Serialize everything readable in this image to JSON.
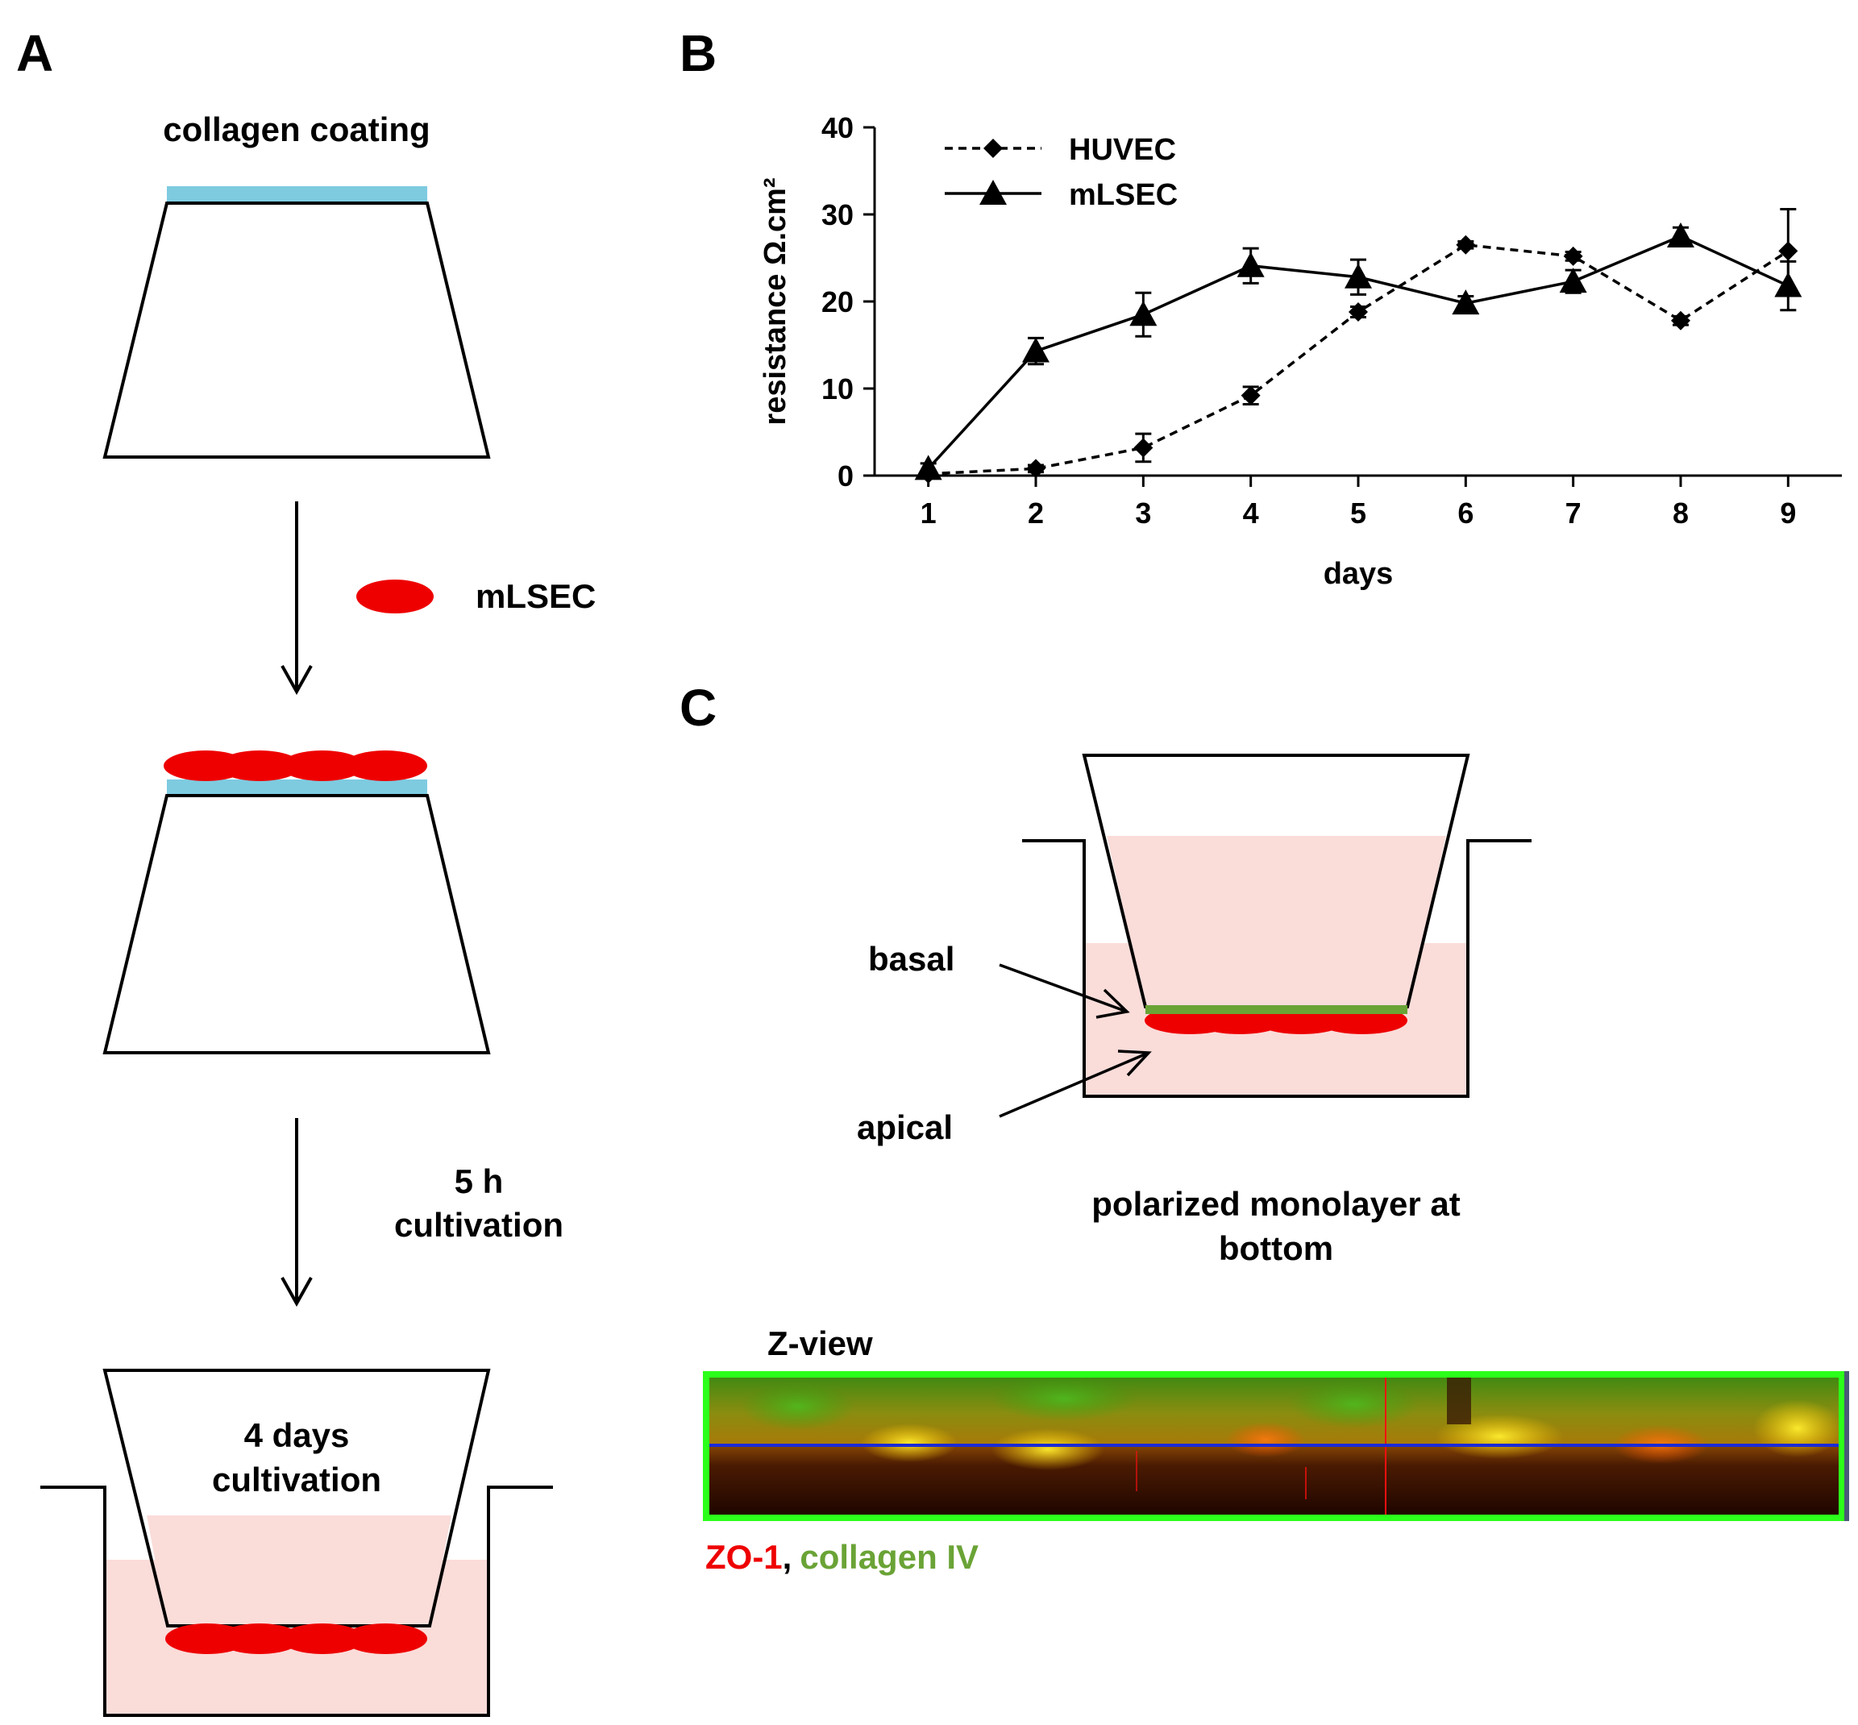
{
  "panels": {
    "a": {
      "letter": "A",
      "step1_label": "collagen coating",
      "cell_label": "mLSEC",
      "step3_line1": "5 h",
      "step3_line2": "cultivation",
      "step4_line1": "4 days",
      "step4_line2": "cultivation"
    },
    "b": {
      "letter": "B"
    },
    "c": {
      "letter": "C",
      "basal_label": "basal",
      "apical_label": "apical",
      "caption_line1": "polarized monolayer at",
      "caption_line2": "bottom",
      "zview_label": "Z-view",
      "stain_red": "ZO-1",
      "stain_sep": ",",
      "stain_green": "collagen IV"
    }
  },
  "colors": {
    "collagen": "#7ecbe0",
    "cells": "#ee0000",
    "medium": "#fadcd9",
    "collagen_iv": "#6aa336",
    "zo1": "#ee0000",
    "zview_border": "#2bff1a",
    "zview_line": "#1a2ad6"
  },
  "chart_data": {
    "type": "line",
    "xlabel": "days",
    "ylabel": "resistance Ω.cm²",
    "x": [
      1,
      2,
      3,
      4,
      5,
      6,
      7,
      8,
      9
    ],
    "xlim": [
      0.5,
      9.5
    ],
    "ylim": [
      0,
      40
    ],
    "yticks": [
      0,
      10,
      20,
      30,
      40
    ],
    "legend_position": "top-left",
    "series": [
      {
        "name": "HUVEC",
        "style": "dashed",
        "marker": "diamond",
        "values": [
          0.2,
          0.8,
          3.2,
          9.2,
          18.8,
          26.5,
          25.2,
          17.8,
          25.8
        ],
        "errors": [
          0.3,
          0.4,
          1.6,
          1.0,
          0.6,
          0.4,
          0.5,
          0.5,
          4.8
        ]
      },
      {
        "name": "mLSEC",
        "style": "solid",
        "marker": "triangle",
        "values": [
          0.8,
          14.3,
          18.5,
          24.1,
          22.8,
          19.8,
          22.3,
          27.5,
          21.8
        ],
        "errors": [
          0.6,
          1.5,
          2.5,
          2.0,
          2.0,
          0.8,
          1.3,
          1.0,
          2.8
        ]
      }
    ]
  }
}
